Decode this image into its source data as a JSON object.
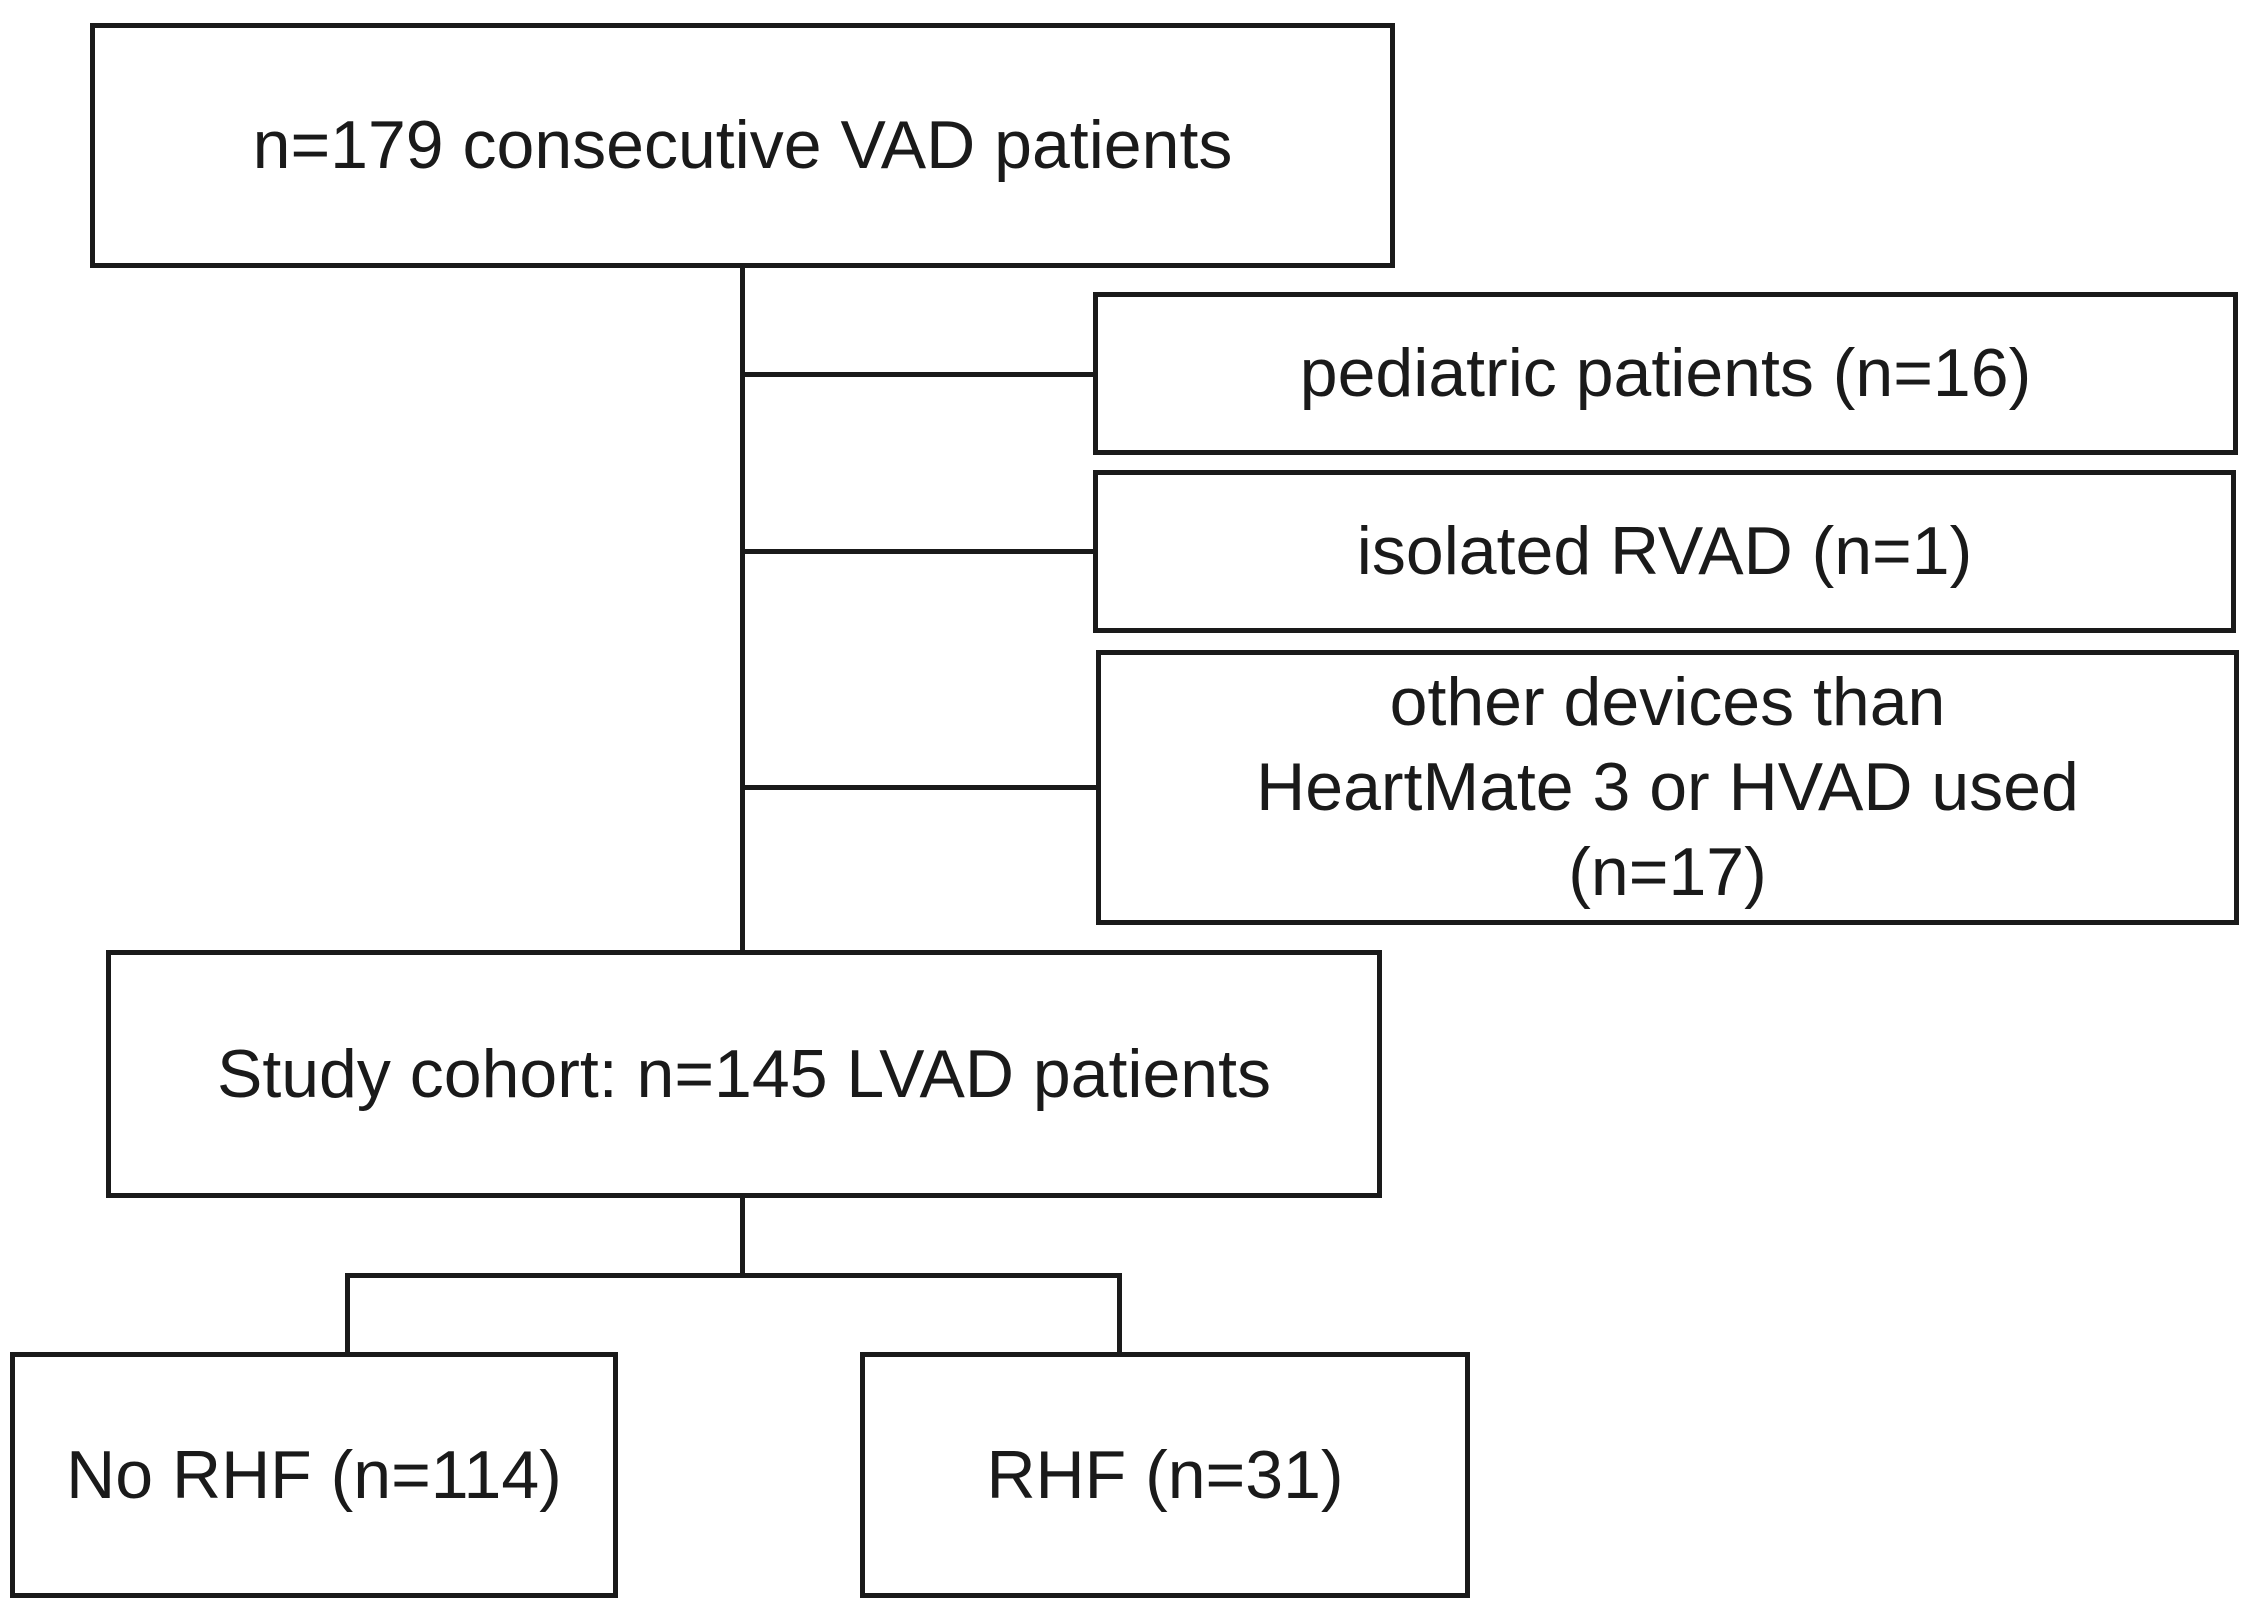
{
  "flowchart": {
    "total": "n=179 consecutive VAD patients",
    "exclusions": [
      "pediatric patients (n=16)",
      "isolated RVAD (n=1)",
      "other devices than HeartMate 3 or HVAD used (n=17)"
    ],
    "cohort": "Study cohort: n=145 LVAD patients",
    "groups": [
      "No RHF (n=114)",
      "RHF (n=31)"
    ]
  }
}
